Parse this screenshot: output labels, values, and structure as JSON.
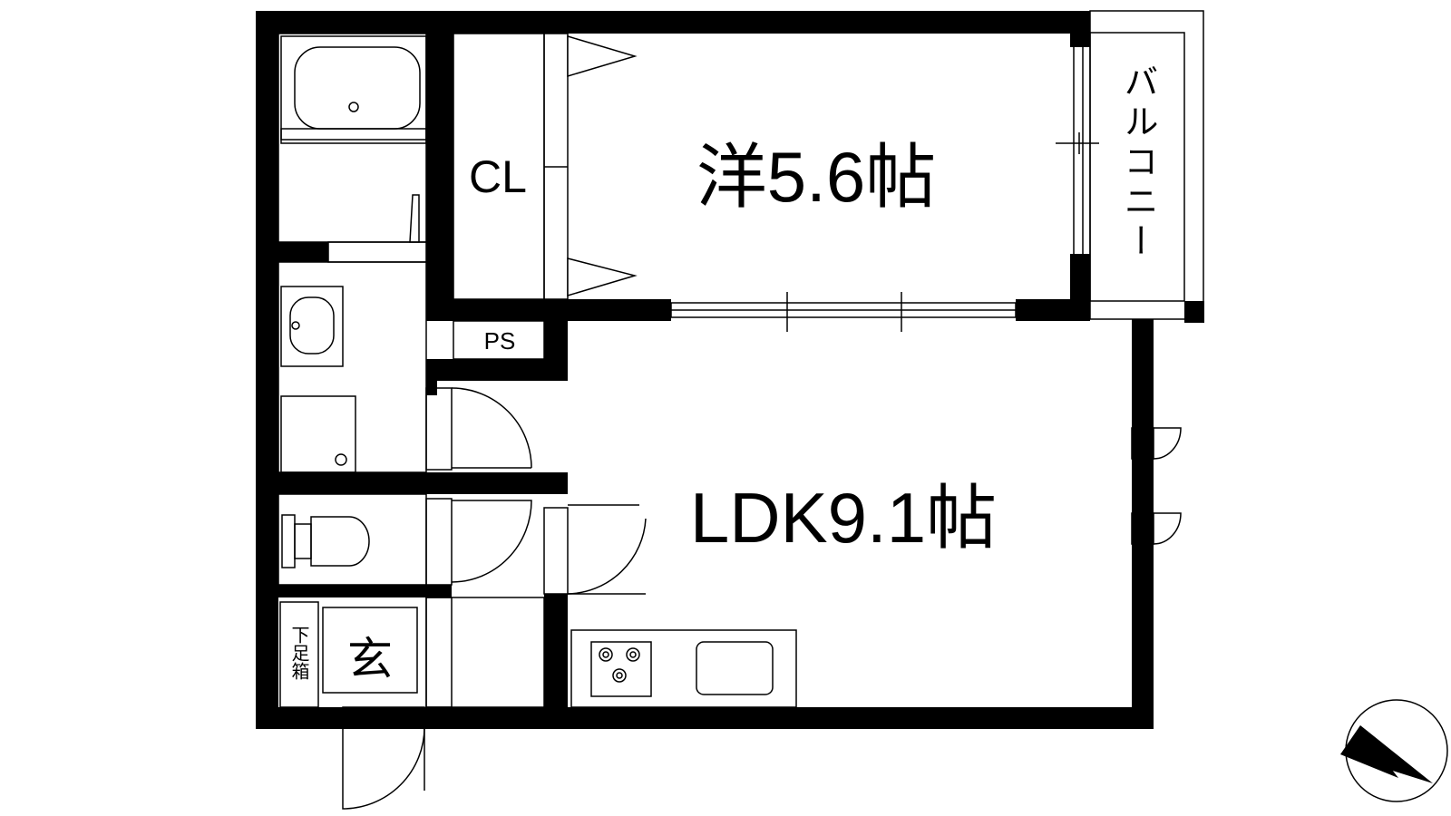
{
  "rooms": {
    "western_room": "洋5.6帖",
    "ldk": "LDK9.1帖",
    "closet": "CL",
    "pipe_space": "PS",
    "balcony": "バルコニー",
    "entrance": "玄",
    "shoe_box": "下足箱"
  },
  "icons": {
    "compass": "north-arrow-icon",
    "stove": "gas-stove-icon",
    "sink": "kitchen-sink-icon",
    "bathtub": "bathtub-icon",
    "washbasin": "washbasin-icon",
    "toilet": "toilet-icon",
    "washing_machine": "washing-machine-pan-icon"
  }
}
